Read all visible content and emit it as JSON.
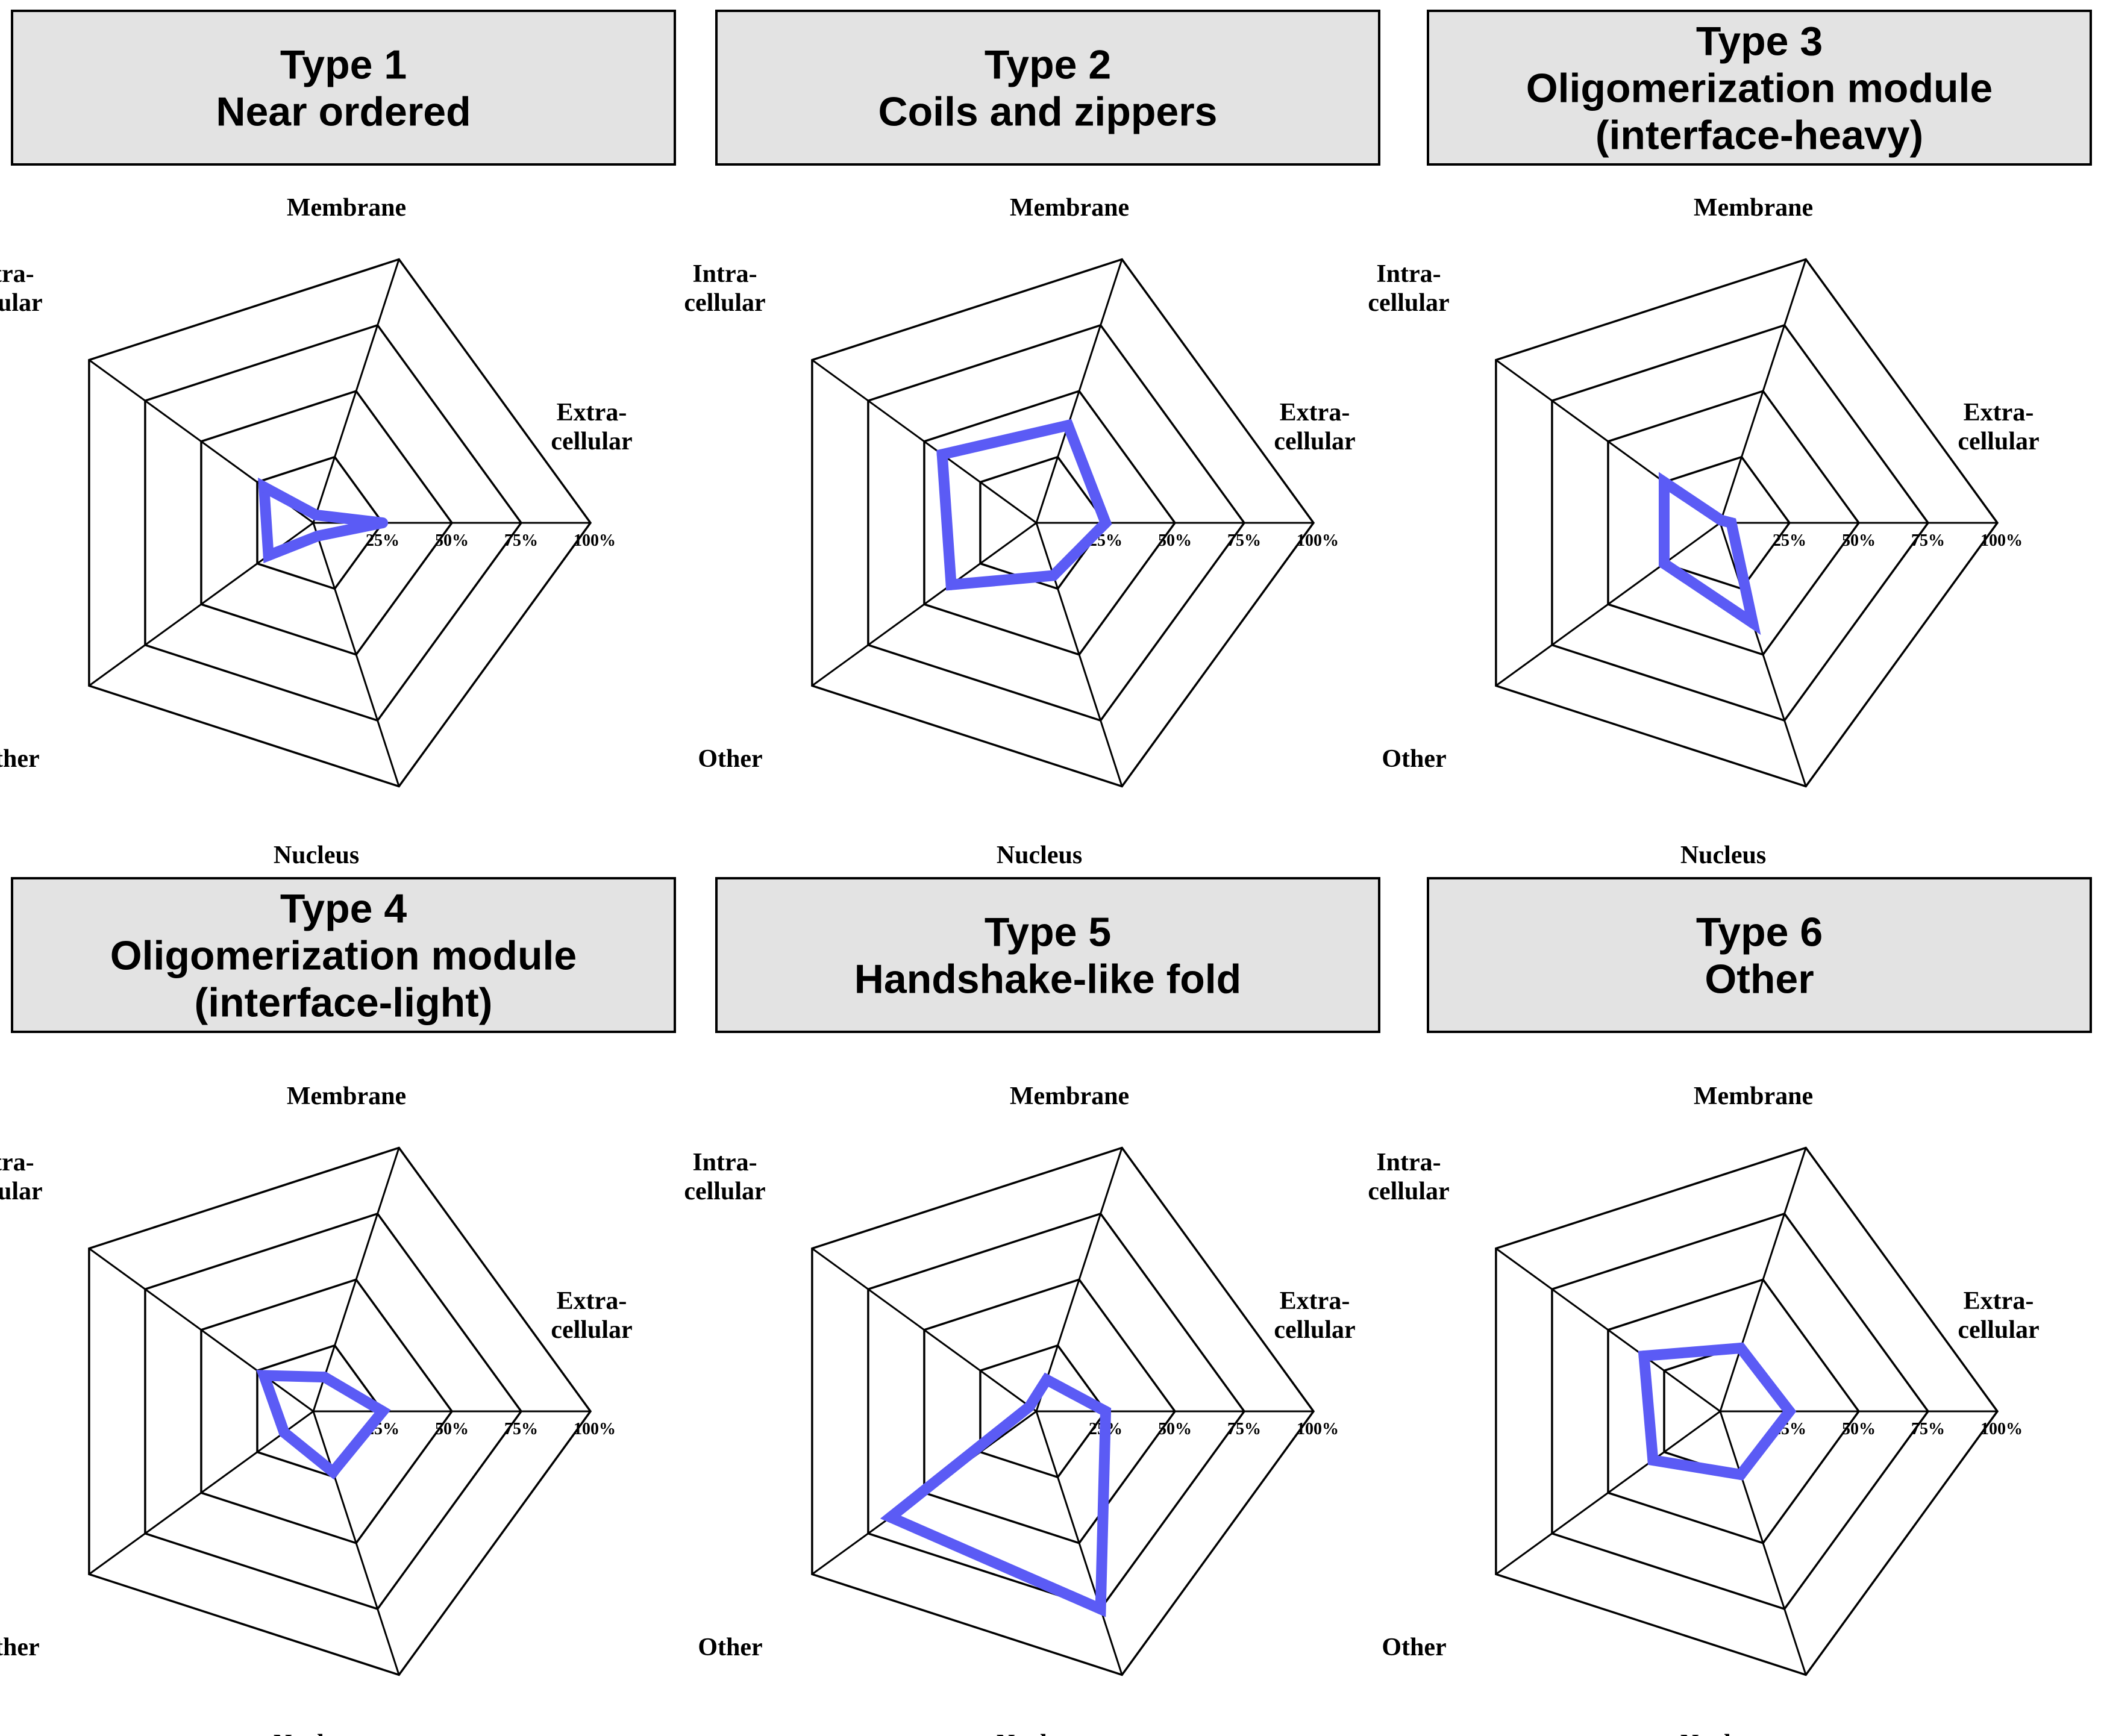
{
  "colors": {
    "series": "#5b5bf5",
    "title_box": "#e3e3e3",
    "grid": "#000000"
  },
  "chart_data": [
    {
      "type": "radar",
      "title_lines": [
        "Type 1",
        "Near ordered"
      ],
      "axes": [
        "Membrane",
        "Extra-cellular",
        "Nucleus",
        "Other",
        "Intra-cellular"
      ],
      "axis_label_lines": [
        [
          "Membrane"
        ],
        [
          "Extra-",
          "cellular"
        ],
        [
          "Nucleus"
        ],
        [
          "Other"
        ],
        [
          "Intra-",
          "cellular"
        ]
      ],
      "tick_labels": [
        "25%",
        "50%",
        "75%",
        "100%"
      ],
      "rlim": [
        0,
        100
      ],
      "values": [
        3,
        25,
        5,
        20,
        22
      ]
    },
    {
      "type": "radar",
      "title_lines": [
        "Type 2",
        "Coils and zippers"
      ],
      "axes": [
        "Membrane",
        "Extra-cellular",
        "Nucleus",
        "Other",
        "Intra-cellular"
      ],
      "axis_label_lines": [
        [
          "Membrane"
        ],
        [
          "Extra-",
          "cellular"
        ],
        [
          "Nucleus"
        ],
        [
          "Other"
        ],
        [
          "Intra-",
          "cellular"
        ]
      ],
      "tick_labels": [
        "25%",
        "50%",
        "75%",
        "100%"
      ],
      "rlim": [
        0,
        100
      ],
      "values": [
        37,
        25,
        20,
        38,
        42
      ]
    },
    {
      "type": "radar",
      "title_lines": [
        "Type 3",
        "Oligomerization module",
        "(interface-heavy)"
      ],
      "axes": [
        "Membrane",
        "Extra-cellular",
        "Nucleus",
        "Other",
        "Intra-cellular"
      ],
      "axis_label_lines": [
        [
          "Membrane"
        ],
        [
          "Extra-",
          "cellular"
        ],
        [
          "Nucleus"
        ],
        [
          "Other"
        ],
        [
          "Intra-",
          "cellular"
        ]
      ],
      "tick_labels": [
        "25%",
        "50%",
        "75%",
        "100%"
      ],
      "rlim": [
        0,
        100
      ],
      "values": [
        1,
        4,
        38,
        25,
        25
      ]
    },
    {
      "type": "radar",
      "title_lines": [
        "Type 4",
        "Oligomerization module",
        "(interface-light)"
      ],
      "axes": [
        "Membrane",
        "Extra-cellular",
        "Nucleus",
        "Other",
        "Intra-cellular"
      ],
      "axis_label_lines": [
        [
          "Membrane"
        ],
        [
          "Extra-",
          "cellular"
        ],
        [
          "Nucleus"
        ],
        [
          "Other"
        ],
        [
          "Intra-",
          "cellular"
        ]
      ],
      "tick_labels": [
        "25%",
        "50%",
        "75%",
        "100%"
      ],
      "rlim": [
        0,
        100
      ],
      "values": [
        13,
        25,
        23,
        13,
        22
      ]
    },
    {
      "type": "radar",
      "title_lines": [
        "Type 5",
        "Handshake-like fold"
      ],
      "axes": [
        "Membrane",
        "Extra-cellular",
        "Nucleus",
        "Other",
        "Intra-cellular"
      ],
      "axis_label_lines": [
        [
          "Membrane"
        ],
        [
          "Extra-",
          "cellular"
        ],
        [
          "Nucleus"
        ],
        [
          "Other"
        ],
        [
          "Intra-",
          "cellular"
        ]
      ],
      "tick_labels": [
        "25%",
        "50%",
        "75%",
        "100%"
      ],
      "rlim": [
        0,
        100
      ],
      "values": [
        12,
        25,
        75,
        65,
        3
      ]
    },
    {
      "type": "radar",
      "title_lines": [
        "Type 6",
        "Other"
      ],
      "axes": [
        "Membrane",
        "Extra-cellular",
        "Nucleus",
        "Other",
        "Intra-cellular"
      ],
      "axis_label_lines": [
        [
          "Membrane"
        ],
        [
          "Extra-",
          "cellular"
        ],
        [
          "Nucleus"
        ],
        [
          "Other"
        ],
        [
          "Intra-",
          "cellular"
        ]
      ],
      "tick_labels": [
        "25%",
        "50%",
        "75%",
        "100%"
      ],
      "rlim": [
        0,
        100
      ],
      "values": [
        24,
        25,
        24,
        30,
        34
      ]
    }
  ]
}
